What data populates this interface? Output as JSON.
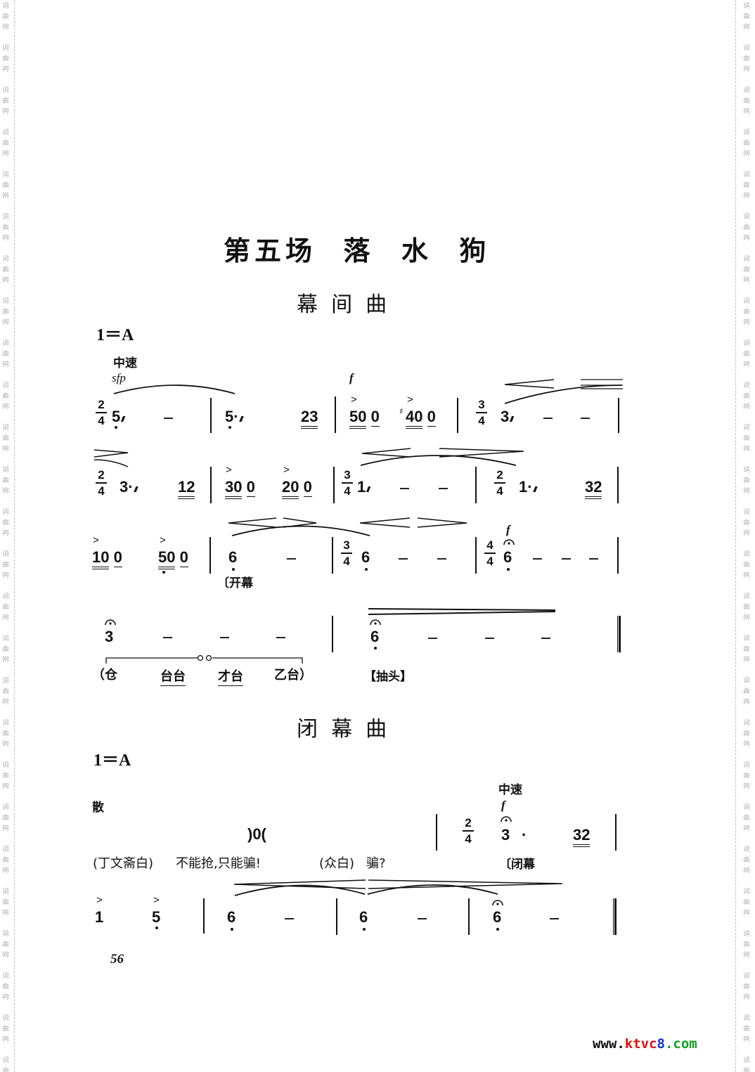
{
  "page": {
    "title": "第五场  落  水  狗",
    "page_number": "56",
    "watermark": {
      "prefix": "www.",
      "brand": "ktvc",
      "digit": "8",
      "suffix": ".com",
      "colors": {
        "prefix": "#111111",
        "brand": "#e01010",
        "digit": "#1030e0",
        "suffix": "#10a020"
      }
    },
    "side_mark": "词曲网"
  },
  "interlude": {
    "heading": "幕  间  曲",
    "key": "1＝A",
    "tempo": "中速",
    "dynamics": {
      "start": "sfp",
      "forte1": "f",
      "forte2": "f"
    },
    "cue_curtain_open": "〔开幕",
    "tag_chou_tou": "【抽头】",
    "lines": [
      {
        "measures": [
          {
            "time": "2/4",
            "notes": [
              "5̣ ///",
              "—"
            ]
          },
          {
            "notes": [
              "5̣· ///",
              "23"
            ]
          },
          {
            "notes": [
              ">50 0",
              ">♯40 0"
            ]
          },
          {
            "time": "3/4",
            "notes": [
              "3 ///",
              "—",
              "—"
            ]
          }
        ]
      },
      {
        "measures": [
          {
            "time": "2/4",
            "notes": [
              "3· ///",
              "12"
            ]
          },
          {
            "notes": [
              ">30 0",
              ">20 0"
            ]
          },
          {
            "time": "3/4",
            "notes": [
              "1 ///",
              "—",
              "—"
            ]
          },
          {
            "time": "2/4",
            "notes": [
              "1· ///",
              "32"
            ]
          }
        ]
      },
      {
        "measures": [
          {
            "notes": [
              ">10 0",
              ">5̣0 0"
            ]
          },
          {
            "notes": [
              "6̣",
              "—"
            ]
          },
          {
            "time": "3/4",
            "notes": [
              "6̣",
              "—",
              "—"
            ]
          },
          {
            "time": "4/4",
            "notes": [
              "6̣ (fermata)",
              "—",
              "—",
              "—"
            ]
          }
        ]
      },
      {
        "measures": [
          {
            "notes": [
              "3 (fermata)",
              "—",
              "—",
              "—"
            ]
          },
          {
            "notes": [
              "6̣ (fermata)",
              "—",
              "—",
              "—"
            ]
          }
        ],
        "percussion": [
          "（仓",
          "台台",
          "才台",
          "乙台）"
        ]
      }
    ]
  },
  "closing": {
    "heading": "闭  幕  曲",
    "key": "1＝A",
    "free_tempo": "散",
    "tempo": "中速",
    "dynamic": "f",
    "ostinato_mark": ")0(",
    "dialogue": [
      {
        "speaker": "(丁文斋白)",
        "line": "不能抢,只能骗!"
      },
      {
        "speaker": "(众白)",
        "line": "骗?"
      }
    ],
    "cue_curtain_close": "〔闭幕",
    "lines": [
      {
        "measures": [
          {
            "time": "2/4",
            "notes": [
              "3 (fermata)",
              "·",
              "32"
            ]
          }
        ]
      },
      {
        "measures": [
          {
            "notes": [
              ">1",
              ">5̣"
            ]
          },
          {
            "notes": [
              "6̣",
              "—"
            ]
          },
          {
            "notes": [
              "6̣",
              "—"
            ]
          },
          {
            "notes": [
              "6̣ (fermata)",
              "—"
            ]
          }
        ]
      }
    ]
  },
  "labels": {
    "n5": "5",
    "n3": "3",
    "n1": "1",
    "n6": "6",
    "n2": "2",
    "n4": "4",
    "n23": "23",
    "n12": "12",
    "n32": "32",
    "n50": "50",
    "n40": "40",
    "n30": "30",
    "n20": "20",
    "n10": "10",
    "zero": "0",
    "sharp": "♯",
    "trem": "///",
    "acc": ">",
    "dot": "·",
    "perc1": "（仓",
    "perc2": "台台",
    "perc3": "才台",
    "perc4": "乙台）",
    "speaker1": "(丁文斋白)",
    "line1": "不能抢,只能骗!",
    "speaker2": "(众白)",
    "line2": "骗?"
  }
}
